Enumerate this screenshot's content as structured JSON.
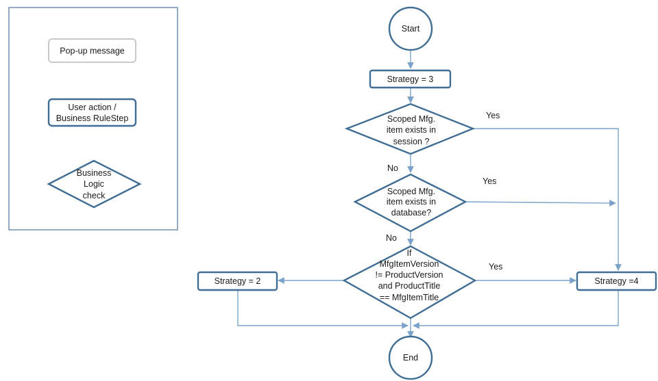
{
  "legend": {
    "popup": "Pop-up message",
    "action": [
      "User action /",
      "Business RuleStep"
    ],
    "check": [
      "Business",
      "Logic",
      "check"
    ]
  },
  "nodes": {
    "start": "Start",
    "strategy3": "Strategy = 3",
    "dec1": [
      "Scoped Mfg.",
      "item exists in",
      "session  ?"
    ],
    "dec2": [
      "Scoped Mfg.",
      "item exists in",
      "database?"
    ],
    "dec3": [
      "If",
      "MfgItemVersion",
      "!= ProductVersion",
      "and ProductTitle",
      "== MfgItemTitle"
    ],
    "strategy2": "Strategy = 2",
    "strategy4": "Strategy =4",
    "end": "End"
  },
  "edges": {
    "yes1": "Yes",
    "yes2": "Yes",
    "yes3": "Yes",
    "no1": "No",
    "no2": "No"
  },
  "colors": {
    "shape_stroke": "#3f6d93",
    "connector": "#7ba3c9",
    "popup_stroke": "#c9c9c9"
  }
}
